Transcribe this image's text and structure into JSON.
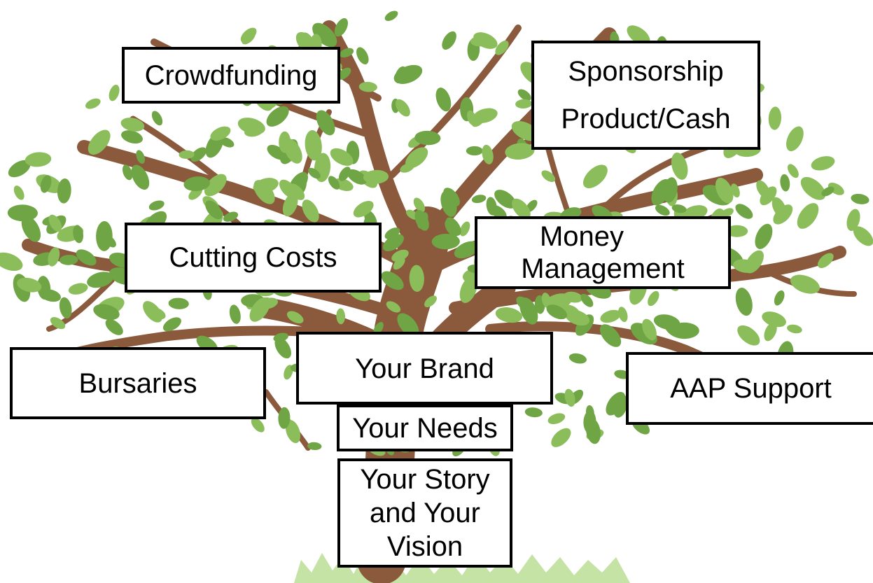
{
  "colors": {
    "trunk": "#8b5a3c",
    "leaf": "#6fa544",
    "leaf_light": "#8cbd5b",
    "grass": "#c5e3a4",
    "box_border": "#000000",
    "box_fill": "#ffffff"
  },
  "labels": {
    "crowdfunding": "Crowdfunding",
    "sponsorship_line1": "Sponsorship",
    "sponsorship_line2": "Product/Cash",
    "cutting_costs": "Cutting Costs",
    "money_line1": "Money",
    "money_line2": "Management",
    "bursaries": "Bursaries",
    "your_brand": "Your Brand",
    "aap_support": "AAP Support",
    "your_needs": "Your Needs",
    "story_line1": "Your Story",
    "story_line2": "and Your",
    "story_line3": "Vision"
  }
}
